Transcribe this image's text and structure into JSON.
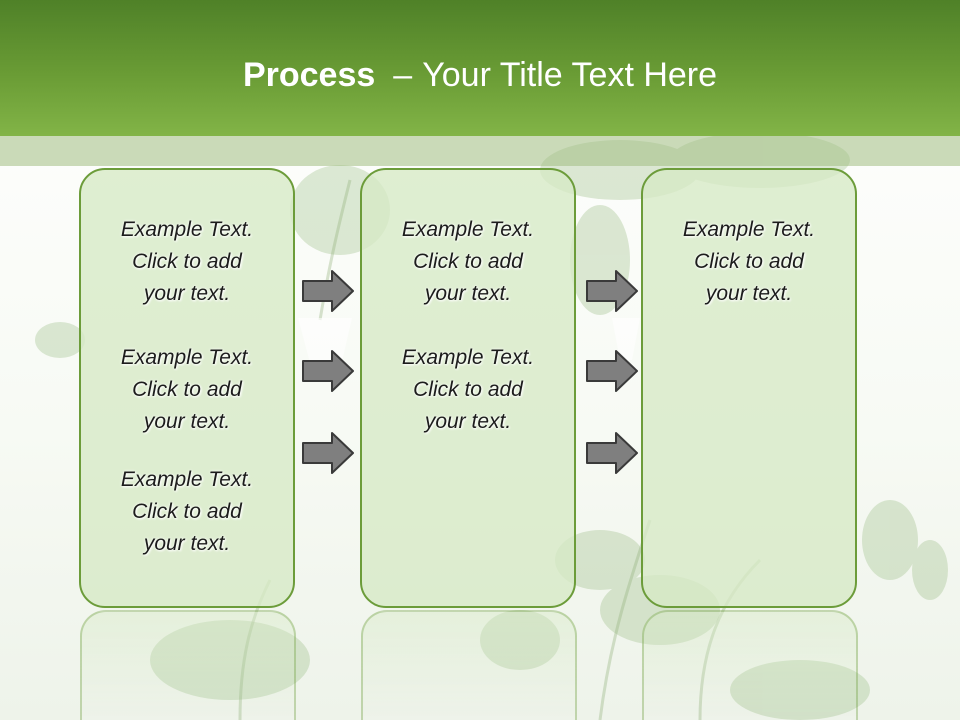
{
  "title": {
    "bold": "Process",
    "dash": "–",
    "rest": "Your Title Text Here"
  },
  "boxes": [
    {
      "items": [
        {
          "line1": "Example Text.",
          "line2": "Click  to add",
          "line3": "your text."
        },
        {
          "line1": "Example Text.",
          "line2": "Click  to add",
          "line3": "your text."
        },
        {
          "line1": "Example Text.",
          "line2": "Click  to add",
          "line3": "your text."
        }
      ]
    },
    {
      "items": [
        {
          "line1": "Example Text.",
          "line2": "Click  to add",
          "line3": "your text."
        },
        {
          "line1": "Example Text.",
          "line2": "Click  to add",
          "line3": "your text."
        }
      ]
    },
    {
      "items": [
        {
          "line1": "Example Text.",
          "line2": "Click  to add",
          "line3": "your text."
        }
      ]
    }
  ],
  "colors": {
    "header_green": "#6a9c35",
    "box_fill": "#d6e9c5",
    "box_border": "#6c9c3a",
    "arrow_fill": "#7f7f7f"
  }
}
